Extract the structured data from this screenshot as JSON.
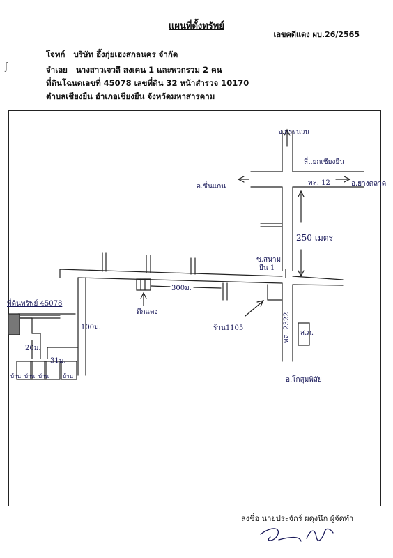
{
  "header": {
    "title": "แผนที่ตั้งทรัพย์",
    "case_number": "เลขคดีแดง ผบ.26/2565"
  },
  "details": {
    "plaintiff_label": "โจทก์",
    "plaintiff_value": "บริษัท อึ้งกุ่ยเฮงสกลนคร จำกัด",
    "defendant_label": "จำเลย",
    "defendant_value": "นางสาวเจวลี สงเคน 1 และพวกรวม 2 คน",
    "land_line": "ที่ดินโฉนดเลขที่ 45078 เลขที่ดิน 32  หน้าสำรวจ 10170",
    "location_line": "ตำบลเชียงยืน  อำเภอเชียงยืน  จังหวัดมหาสารคาม"
  },
  "map": {
    "north_dest": "อ.กระนวน",
    "junction": "สี่แยกเชียงยืน",
    "west_dest": "อ.ชื่นแกน",
    "east_dest": "อ.ยางตลาด",
    "highway_east": "ทล. 12",
    "distance_250": "250 เมตร",
    "soi_label_1": "ซ.สนาม",
    "soi_label_2": "ยืน 1",
    "distance_300": "300ม.",
    "building_label": "ตึกแดง",
    "shop_label": "ร้าน1105",
    "highway_south": "ทล. 2322",
    "police_label": "ส.ภ.",
    "south_dest": "อ.โกสุมพิสัย",
    "distance_100": "100ม.",
    "property_label": "ที่ดินทรัพย์ 45078",
    "distance_20": "20ม.",
    "distance_31": "31ม.",
    "houses": [
      "บ้าน",
      "บ้าน",
      "บ้าน",
      "บ้าน"
    ]
  },
  "signature": {
    "label": "ลงชื่อ นายประจักร์ ผดุงนึก ผู้จัดทำ"
  }
}
